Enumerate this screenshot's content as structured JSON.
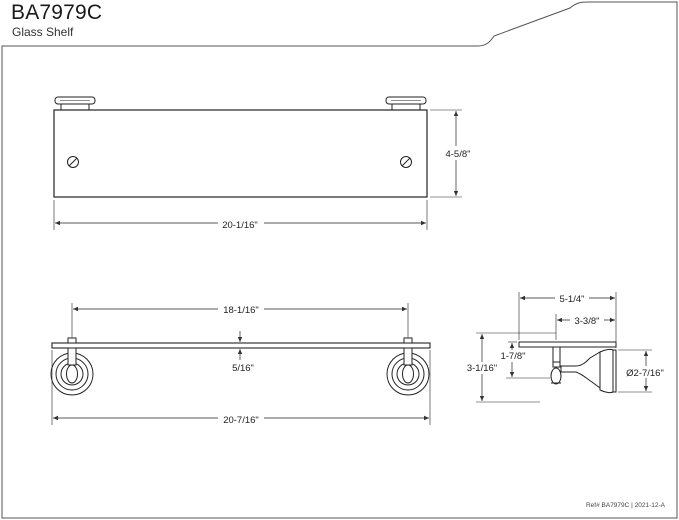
{
  "header": {
    "model": "BA7979C",
    "subtitle": "Glass Shelf"
  },
  "footer": {
    "reference": "Ref# BA7979C | 2021-12-A"
  },
  "front_view": {
    "height_label": "4-5/8\"",
    "width_label": "20-1/16\""
  },
  "side_view": {
    "mount_spacing_label": "18-1/16\"",
    "glass_thickness_label": "5/16\"",
    "overall_width_label": "20-7/16\""
  },
  "profile_view": {
    "depth_label": "5-1/4\"",
    "bracket_depth_label": "3-3/8\"",
    "glass_height_label": "1-7/8\"",
    "mount_height_label": "3-1/16\"",
    "flange_diameter_label": "Ø2-7/16\""
  },
  "colors": {
    "line": "#222222",
    "dim_line": "#444444",
    "background": "#ffffff"
  }
}
